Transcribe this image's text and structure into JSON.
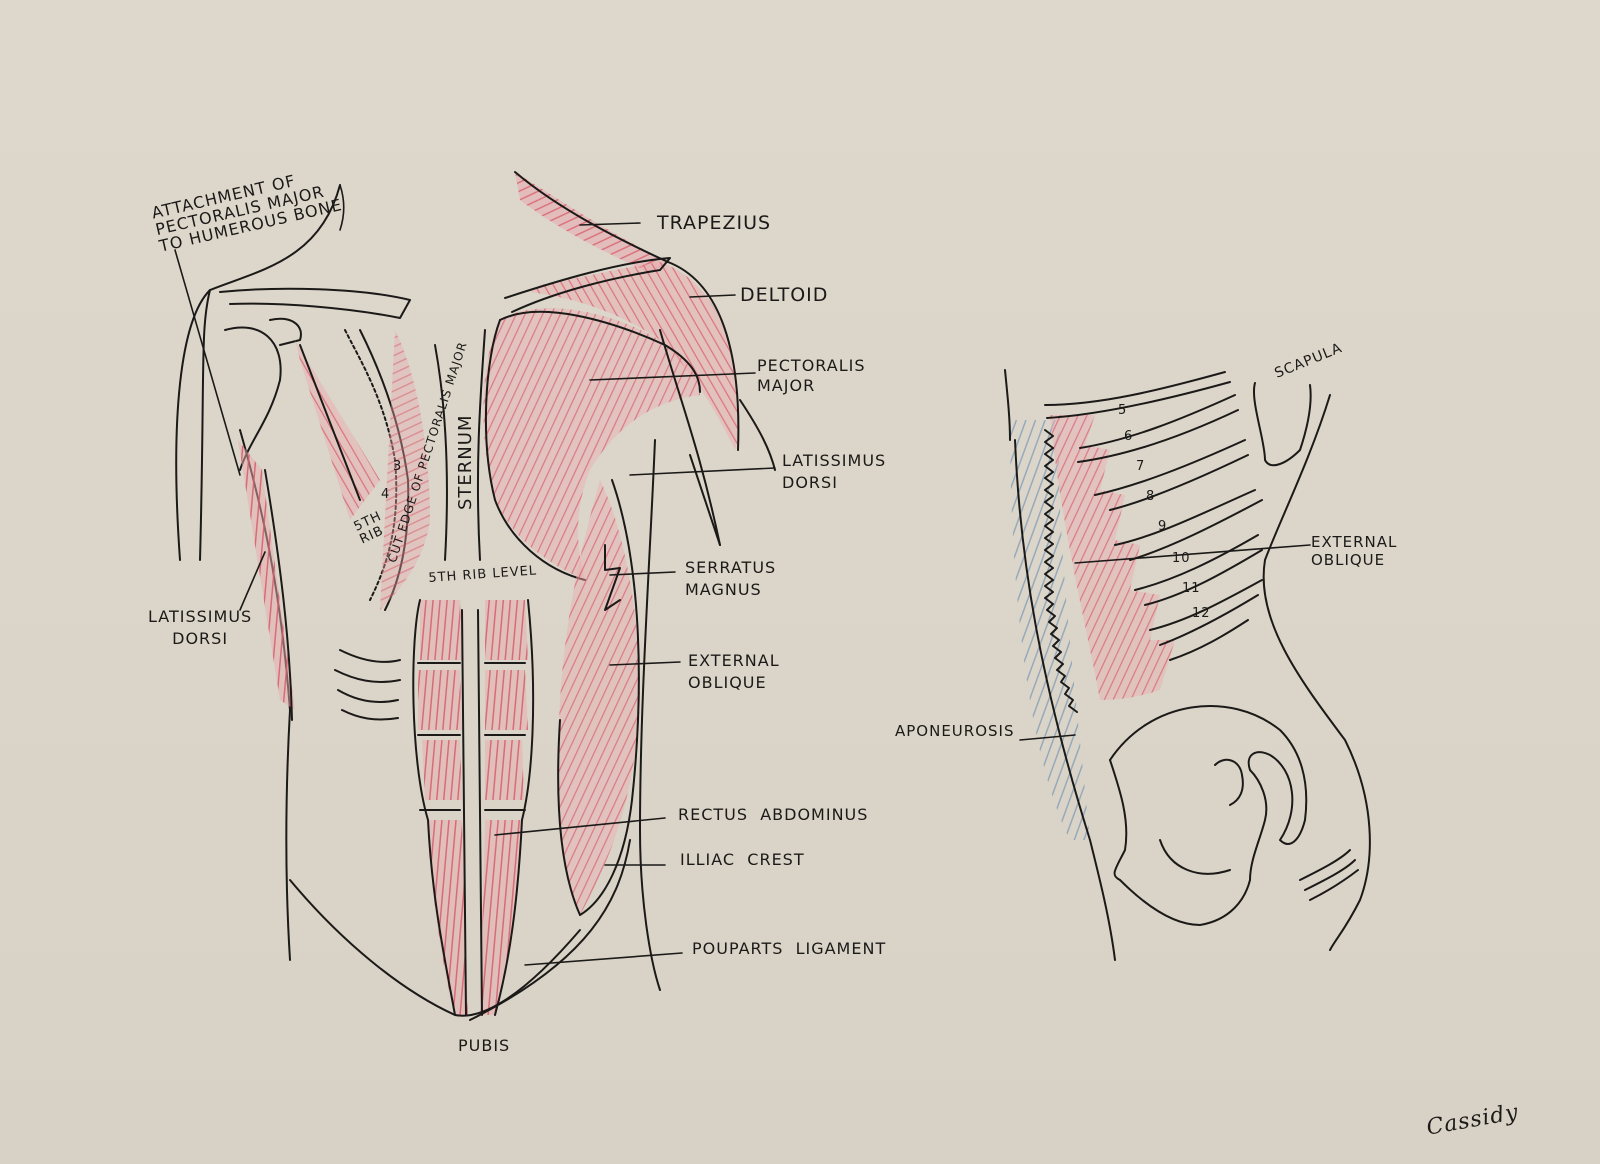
{
  "drawing": {
    "title": "Muscles of the Trunk — anterior and lateral views",
    "paper_color": "#dcd6cb",
    "ink_color": "#1b1a18",
    "muscle_color": "#d9626f",
    "aponeurosis_color": "#7f9bb5",
    "signature": "Cassidy"
  },
  "front_view": {
    "labels": {
      "attachment": "ATTACHMENT OF\nPECTORALIS MAJOR\nTO HUMEROUS BONE",
      "trapezius": "TRAPEZIUS",
      "deltoid": "DELTOID",
      "pectoralis_major": "PECTORALIS\nMAJOR",
      "latissimus_dorsi_right": "LATISSIMUS\nDORSI",
      "serratus_magnus": "SERRATUS\nMAGNUS",
      "external_oblique": "EXTERNAL\nOBLIQUE",
      "rectus_abdominus": "RECTUS  ABDOMINUS",
      "illiac_crest": "ILLIAC  CREST",
      "pouparts_ligament": "POUPARTS  LIGAMENT",
      "pubis": "PUBIS",
      "latissimus_dorsi_left": "LATISSIMUS\nDORSI",
      "sternum": "STERNUM",
      "fifth_rib_level": "5TH RIB LEVEL",
      "cut_edge": "CUT EDGE OF PECTORALIS MAJOR",
      "fifth_rib": "5TH\nRIB",
      "rib_3": "3",
      "rib_4": "4"
    }
  },
  "side_view": {
    "labels": {
      "scapula": "SCAPULA",
      "external_oblique": "EXTERNAL\nOBLIQUE",
      "aponeurosis": "APONEUROSIS"
    },
    "rib_numbers": [
      "5",
      "6",
      "7",
      "8",
      "9",
      "10",
      "11",
      "12"
    ]
  }
}
